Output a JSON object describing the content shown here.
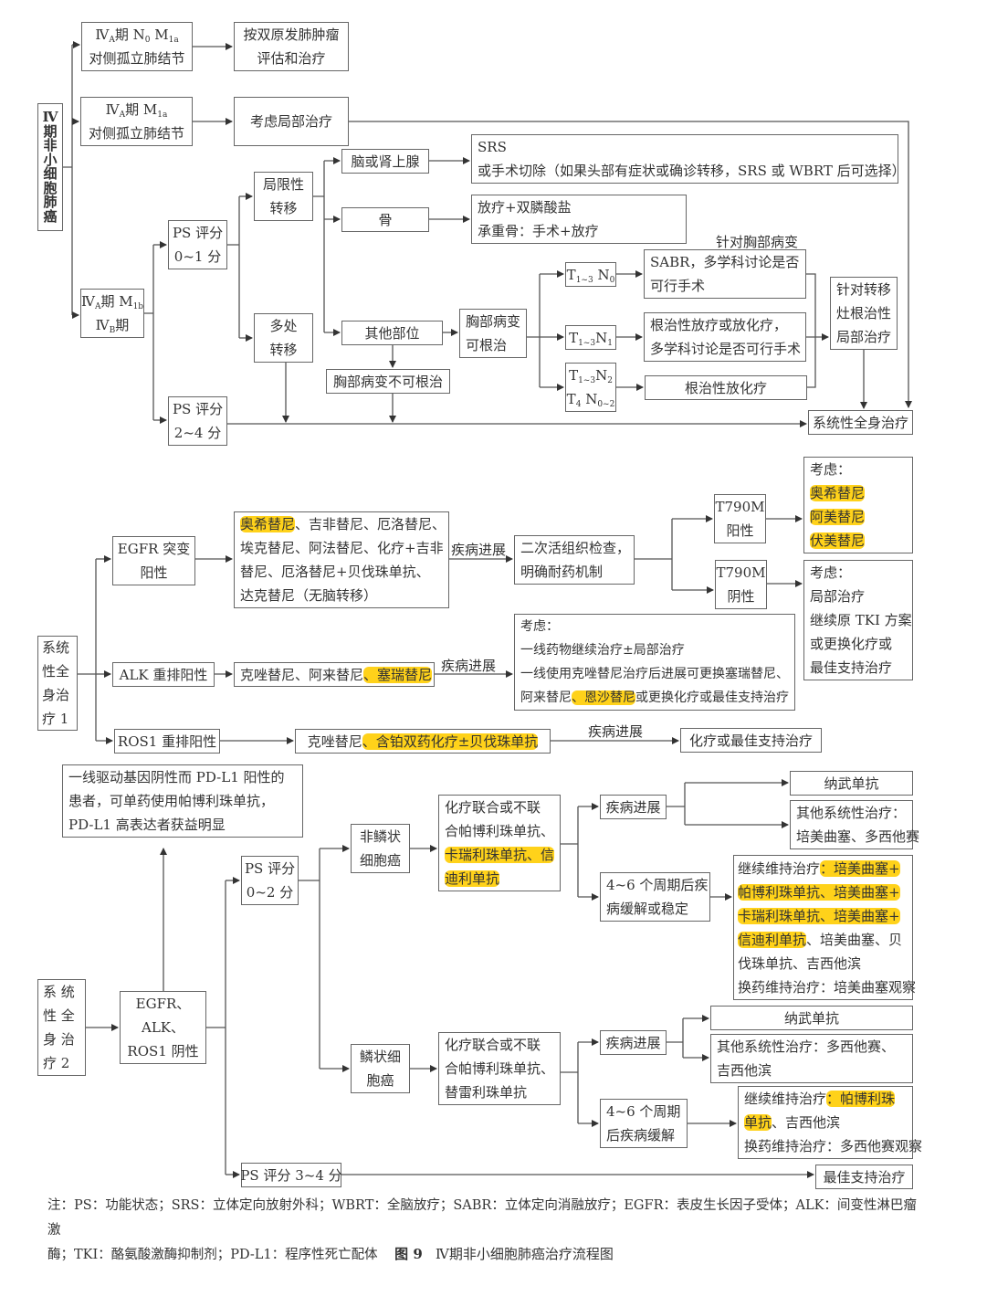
{
  "s1": {
    "root": [
      "Ⅳ",
      "期",
      "非",
      "小",
      "细",
      "胞",
      "肺",
      "癌"
    ],
    "b1": [
      [
        {
          "t": "Ⅳ"
        },
        {
          "t": "A",
          "sub": true
        },
        {
          "t": "期 N"
        },
        {
          "t": "0",
          "sub": true
        },
        {
          "t": " M"
        },
        {
          "t": "1a",
          "sub": true
        }
      ],
      "对侧孤立肺结节"
    ],
    "b2": [
      "按双原发肺肿瘤",
      "评估和治疗"
    ],
    "b3": [
      [
        {
          "t": "Ⅳ"
        },
        {
          "t": "A",
          "sub": true
        },
        {
          "t": "期 M"
        },
        {
          "t": "1a",
          "sub": true
        }
      ],
      "对侧孤立肺结节"
    ],
    "b4": [
      "考虑局部治疗"
    ],
    "b5": [
      [
        {
          "t": "Ⅳ"
        },
        {
          "t": "A",
          "sub": true
        },
        {
          "t": "期 M"
        },
        {
          "t": "1b",
          "sub": true
        }
      ],
      [
        {
          "t": "Ⅳ"
        },
        {
          "t": "B",
          "sub": true
        },
        {
          "t": "期"
        }
      ]
    ],
    "ps01": [
      "PS 评分",
      "0~1 分"
    ],
    "ps24": [
      "PS 评分",
      "2~4 分"
    ],
    "local": [
      "局限性",
      "转移"
    ],
    "multi": [
      "多处",
      "转移"
    ],
    "brain": [
      "脑或肾上腺"
    ],
    "bone": [
      "骨"
    ],
    "other": [
      "其他部位"
    ],
    "not_curable": [
      "胸部病变不可根治"
    ],
    "chest_curable": [
      "胸部病变",
      "可根治"
    ],
    "srs": [
      "SRS",
      "或手术切除（如果头部有症状或确诊转移，SRS 或 WBRT 后可选择）"
    ],
    "bone_tx": [
      "放疗+双膦酸盐",
      "承重骨：手术+放疗"
    ],
    "chest_label": "针对胸部病变",
    "t1": [
      [
        {
          "t": "T"
        },
        {
          "t": "1~3",
          "sub": true
        },
        {
          "t": " N"
        },
        {
          "t": "0",
          "sub": true
        }
      ]
    ],
    "t2": [
      [
        {
          "t": "T"
        },
        {
          "t": "1~3",
          "sub": true
        },
        {
          "t": "N"
        },
        {
          "t": "1",
          "sub": true
        }
      ]
    ],
    "t3": [
      [
        {
          "t": "T"
        },
        {
          "t": "1~3",
          "sub": true
        },
        {
          "t": "N"
        },
        {
          "t": "2",
          "sub": true
        }
      ],
      [
        {
          "t": "T"
        },
        {
          "t": "4",
          "sub": true
        },
        {
          "t": " N"
        },
        {
          "t": "0~2",
          "sub": true
        }
      ]
    ],
    "sabr": [
      "SABR，多学科讨论是否",
      "可行手术"
    ],
    "rad": [
      "根治性放疗或放化疗，",
      "多学科讨论是否可行手术"
    ],
    "radchemo": [
      "根治性放化疗"
    ],
    "meta": [
      "针对转移",
      "灶根治性",
      "局部治疗"
    ],
    "systemic": [
      "系统性全身治疗"
    ]
  },
  "s2": {
    "sys1": [
      "系统",
      "性全",
      "身治",
      "疗 1"
    ],
    "egfr": [
      "EGFR 突变",
      "阳性"
    ],
    "alk": [
      "ALK 重排阳性"
    ],
    "ros1": [
      "ROS1 重排阳性"
    ],
    "egfr_drugs": [
      [
        {
          "t": "奥希替尼",
          "hl": true
        },
        {
          "t": "、吉非替尼、厄洛替尼、"
        }
      ],
      "埃克替尼、阿法替尼、化疗+吉非",
      "替尼、厄洛替尼+贝伐珠单抗、",
      "达克替尼（无脑转移）"
    ],
    "alk_drugs": [
      [
        {
          "t": "克唑替尼、阿来替尼"
        },
        {
          "t": "、塞瑞替尼",
          "hl": true
        }
      ]
    ],
    "ros1_drugs": [
      [
        {
          "t": "克唑替尼"
        },
        {
          "t": "、含铂双药化疗±贝伐珠单抗",
          "hl": true
        }
      ]
    ],
    "progress_label_egfr": "疾病进展",
    "progress_label_alk": "疾病进展",
    "progress_label_ros1": "疾病进展",
    "biopsy": [
      "二次活组织检查，",
      "明确耐药机制"
    ],
    "t790p": [
      "T790M",
      "阳性"
    ],
    "t790n": [
      "T790M",
      "阴性"
    ],
    "consider1": [
      "考虑：",
      [
        {
          "t": "奥希替尼",
          "hl": true
        }
      ],
      [
        {
          "t": "阿美替尼",
          "hl": true
        }
      ],
      [
        {
          "t": "伏美替尼",
          "hl": true
        }
      ]
    ],
    "consider2": [
      "考虑：",
      "局部治疗",
      "继续原 TKI 方案",
      "或更换化疗或",
      "最佳支持治疗"
    ],
    "alk_consider": [
      "考虑：",
      "一线药物继续治疗±局部治疗",
      "一线使用克唑替尼治疗后进展可更换塞瑞替尼、",
      [
        {
          "t": "阿来替尼"
        },
        {
          "t": "、恩沙替尼",
          "hl": true
        },
        {
          "t": "或更换化疗或最佳支持治疗"
        }
      ]
    ],
    "ros1_next": [
      "化疗或最佳支持治疗"
    ]
  },
  "s3": {
    "pd_note": [
      "一线驱动基因阴性而 PD-L1 阳性的",
      "患者，可单药使用帕博利珠单抗，",
      "PD-L1 高表达者获益明显"
    ],
    "sys2": [
      "系 统",
      "性 全",
      "身 治",
      "疗 2"
    ],
    "neg": [
      "EGFR、",
      "ALK、",
      "ROS1 阴性"
    ],
    "ps02": [
      "PS 评分",
      "0~2 分"
    ],
    "ps34": [
      "PS 评分 3~4 分"
    ],
    "nonsq": [
      "非鳞状",
      "细胞癌"
    ],
    "sq": [
      "鳞状细",
      "胞癌"
    ],
    "nonsq_tx": [
      "化疗联合或不联",
      "合帕博利珠单抗、",
      [
        {
          "t": "卡瑞利珠单抗、信",
          "hl": true
        }
      ],
      [
        {
          "t": "迪利单抗",
          "hl": true
        }
      ]
    ],
    "sq_tx": [
      "化疗联合或不联",
      "合帕博利珠单抗、",
      "替雷利珠单抗"
    ],
    "prog1": [
      "疾病进展"
    ],
    "stable1": [
      "4~6 个周期后疾",
      "病缓解或稳定"
    ],
    "nivo1": [
      "纳武单抗"
    ],
    "other1": [
      "其他系统性治疗：",
      "培美曲塞、多西他赛"
    ],
    "maint1": [
      [
        {
          "t": "继续维持治疗"
        },
        {
          "t": "：培美曲塞+",
          "hl": true
        }
      ],
      [
        {
          "t": "帕博利珠单抗、培美曲塞+",
          "hl": true
        }
      ],
      [
        {
          "t": "卡瑞利珠单抗、培美曲塞+",
          "hl": true
        }
      ],
      [
        {
          "t": "信迪利单抗",
          "hl": true
        },
        {
          "t": "、培美曲塞、贝"
        }
      ],
      "伐珠单抗、吉西他滨",
      "换药维持治疗：培美曲塞观察"
    ],
    "prog2": [
      "疾病进展"
    ],
    "cycles2": [
      "4~6 个周期",
      "后疾病缓解"
    ],
    "nivo2": [
      "纳武单抗"
    ],
    "other2": [
      "其他系统性治疗：多西他赛、",
      "吉西他滨"
    ],
    "maint2": [
      [
        {
          "t": "继续维持治疗"
        },
        {
          "t": "：帕博利珠",
          "hl": true
        }
      ],
      [
        {
          "t": "单抗",
          "hl": true
        },
        {
          "t": "、吉西他滨"
        }
      ],
      "换药维持治疗：多西他赛观察"
    ],
    "best": [
      "最佳支持治疗"
    ]
  },
  "footer": {
    "note_line1": "注：PS：功能状态；SRS：立体定向放射外科；WBRT：全脑放疗；SABR：立体定向消融放疗；EGFR：表皮生长因子受体；ALK：间变性淋巴瘤激",
    "note_line2": "酶；TKI：酪氨酸激酶抑制剂；PD-L1：程序性死亡配体",
    "figure_no": "图 9",
    "figure_title": "Ⅳ期非小细胞肺癌治疗流程图"
  },
  "colors": {
    "highlight": "#ffd21a",
    "border": "#666666",
    "line": "#555555"
  }
}
